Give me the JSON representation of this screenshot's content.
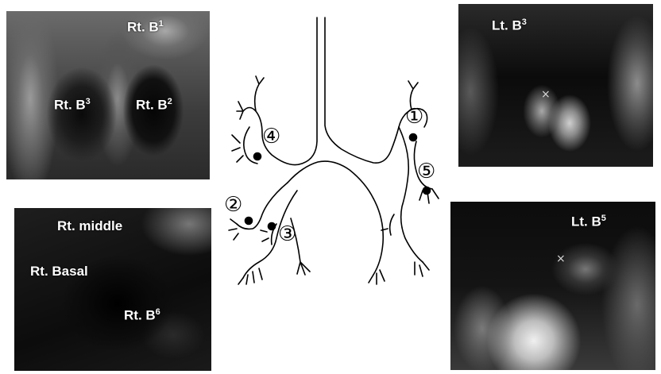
{
  "photos": {
    "top_left": {
      "labels": {
        "b1": "Rt. B",
        "b1_sup": "1",
        "b3": "Rt. B",
        "b3_sup": "3",
        "b2": "Rt. B",
        "b2_sup": "2"
      }
    },
    "bottom_left": {
      "labels": {
        "middle": "Rt. middle",
        "basal": "Rt. Basal",
        "b6": "Rt. B",
        "b6_sup": "6"
      }
    },
    "top_right": {
      "labels": {
        "b3": "Lt. B",
        "b3_sup": "3"
      },
      "mark": "×"
    },
    "bottom_right": {
      "labels": {
        "b5": "Lt. B",
        "b5_sup": "5"
      },
      "mark": "×"
    }
  },
  "diagram": {
    "markers": [
      "①",
      "②",
      "③",
      "④",
      "⑤"
    ]
  },
  "colors": {
    "background": "#ffffff",
    "line": "#000000",
    "label": "#ffffff"
  }
}
